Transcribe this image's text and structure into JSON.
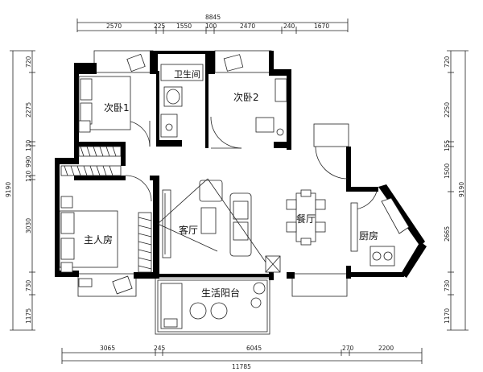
{
  "dimensions": {
    "top_total": "8845",
    "top_segments": [
      "2570",
      "225",
      "1550",
      "100",
      "2470",
      "240",
      "1670"
    ],
    "bottom_total": "11785",
    "bottom_segments": [
      "3065",
      "245",
      "6045",
      "270",
      "2200"
    ],
    "left_total": "9190",
    "left_segments": [
      "720",
      "2275",
      "130",
      "990",
      "120",
      "3030",
      "730",
      "1175"
    ],
    "right_total": "9190",
    "right_segments": [
      "720",
      "2250",
      "155",
      "1500",
      "2665",
      "730",
      "1170"
    ]
  },
  "rooms": {
    "bedroom2": "次卧1",
    "bathroom": "卫生间",
    "bedroom3": "次卧2",
    "master": "主人房",
    "living": "客厅",
    "dining": "餐厅",
    "kitchen": "厨房",
    "balcony": "生活阳台"
  }
}
